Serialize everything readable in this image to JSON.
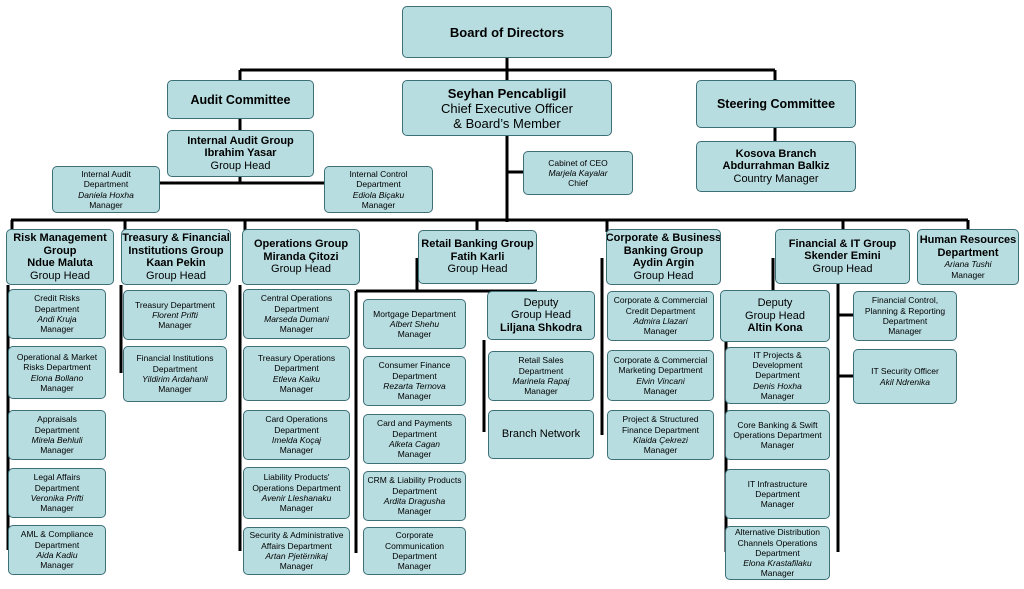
{
  "colors": {
    "box_fill": "#b8dde0",
    "box_border": "#3d6f77",
    "line": "#000000"
  },
  "board": [
    "Board of Directors"
  ],
  "audit_committee": [
    "Audit Committee"
  ],
  "ceo": [
    "Seyhan Pencabligil",
    "Chief Executive Officer",
    "& Board’s Member"
  ],
  "steering": [
    "Steering Committee"
  ],
  "internal_audit": [
    "Internal Audit Group",
    "Ibrahim Yasar",
    "Group Head"
  ],
  "internal_audit_dept": [
    "Internal Audit",
    "Department",
    "Daniela Hoxha",
    "Manager"
  ],
  "internal_control_dept": [
    "Internal Control",
    "Department",
    "Ediola Biçaku",
    "Manager"
  ],
  "cabinet": [
    "Cabinet of CEO",
    "Marjela Kayalar",
    "Chief"
  ],
  "kosova": [
    "Kosova Branch",
    "Abdurrahman Balkiz",
    "Country Manager"
  ],
  "risk": {
    "head": [
      "Risk Management",
      "Group",
      "Ndue Maluta",
      "Group Head"
    ],
    "departments": [
      [
        "Credit Risks",
        "Department",
        "Andi Kruja",
        "Manager"
      ],
      [
        "Operational & Market",
        "Risks Department",
        "Elona Bollano",
        "Manager"
      ],
      [
        "Appraisals",
        "Department",
        "Mirela Behluli",
        "Manager"
      ],
      [
        "Legal Affairs",
        "Department",
        "Veronika Prifti",
        "Manager"
      ],
      [
        "AML & Compliance",
        "Department",
        "Aida Kadiu",
        "Manager"
      ]
    ]
  },
  "treasury": {
    "head": [
      "Treasury & Financial",
      "Institutions Group",
      "Kaan Pekin",
      "Group Head"
    ],
    "departments": [
      [
        "Treasury Department",
        "Florent Prifti",
        "Manager"
      ],
      [
        "Financial Institutions",
        "Department",
        "Yildirim Ardahanli",
        "Manager"
      ]
    ]
  },
  "operations": {
    "head": [
      "Operations Group",
      "Miranda Çitozi",
      "Group Head"
    ],
    "departments": [
      [
        "Central Operations",
        "Department",
        "Marseda Dumani",
        "Manager"
      ],
      [
        "Treasury Operations",
        "Department",
        "Etleva Kaiku",
        "Manager"
      ],
      [
        "Card Operations",
        "Department",
        "Imelda Koçaj",
        "Manager"
      ],
      [
        "Liability Products'",
        "Operations Department",
        "Avenir Lleshanaku",
        "Manager"
      ],
      [
        "Security & Administrative",
        "Affairs Department",
        "Artan Pjetërnikaj",
        "Manager"
      ]
    ]
  },
  "retail": {
    "head": [
      "Retail Banking Group",
      "Fatih Karli",
      "Group Head"
    ],
    "departments": [
      [
        "Mortgage Department",
        "Albert Shehu",
        "Manager"
      ],
      [
        "Consumer Finance",
        "Department",
        "Rezarta Ternova",
        "Manager"
      ],
      [
        "Card and Payments",
        "Department",
        "Alketa Cagan",
        "Manager"
      ],
      [
        "CRM & Liability Products",
        "Department",
        "Ardita Dragusha",
        "Manager"
      ],
      [
        "Corporate",
        "Communication",
        "Department",
        "Manager"
      ]
    ],
    "deputy": [
      "Deputy",
      "Group Head",
      "Liljana Shkodra"
    ],
    "deputy_departments": [
      [
        "Retail Sales",
        "Department",
        "Marinela Rapaj",
        "Manager"
      ],
      [
        "Branch Network"
      ]
    ]
  },
  "corporate": {
    "head": [
      "Corporate & Business",
      "Banking Group",
      "Aydin Argin",
      "Group Head"
    ],
    "departments": [
      [
        "Corporate & Commercial",
        "Credit Department",
        "Admira Llazari",
        "Manager"
      ],
      [
        "Corporate & Commercial",
        "Marketing Department",
        "Elvin Vincani",
        "Manager"
      ],
      [
        "Project & Structured",
        "Finance Department",
        "Klaida Çekrezi",
        "Manager"
      ]
    ]
  },
  "financial": {
    "head": [
      "Financial & IT Group",
      "Skender Emini",
      "Group Head"
    ],
    "deputy": [
      "Deputy",
      "Group Head",
      "Altin Kona"
    ],
    "deputy_departments": [
      [
        "IT Projects &",
        "Development",
        "Department",
        "Denis Hoxha",
        "Manager"
      ],
      [
        "Core Banking & Swift",
        "Operations Department",
        "Manager"
      ],
      [
        "IT Infrastructure",
        "Department",
        "Manager"
      ],
      [
        "Alternative Distribution",
        "Channels Operations",
        "Department",
        "Elona Krastafilaku",
        "Manager"
      ]
    ],
    "departments": [
      [
        "Financial  Control,",
        "Planning & Reporting",
        "Department",
        "Manager"
      ],
      [
        "IT Security Officer",
        "Akil Ndrenika"
      ]
    ]
  },
  "hr": [
    "Human Resources",
    "Department",
    "Ariana Tushi",
    "Manager"
  ]
}
